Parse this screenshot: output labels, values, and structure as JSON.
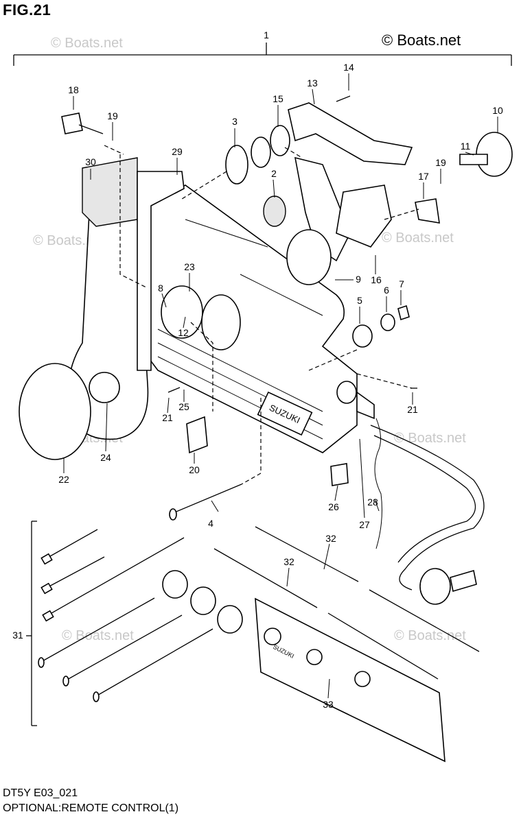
{
  "figure": {
    "title": "FIG.21",
    "copyright": "© Boats.net",
    "watermark": "© Boats.net",
    "footer_code": "DT5Y E03_021",
    "footer_caption": "OPTIONAL:REMOTE CONTROL(1)",
    "brand_mark": "SUZUKI"
  },
  "callouts": [
    "1",
    "2",
    "3",
    "4",
    "5",
    "6",
    "7",
    "8",
    "9",
    "10",
    "11",
    "12",
    "13",
    "14",
    "15",
    "16",
    "17",
    "18",
    "19",
    "19",
    "20",
    "21",
    "21",
    "22",
    "23",
    "24",
    "25",
    "26",
    "27",
    "28",
    "29",
    "30",
    "31",
    "32",
    "32",
    "33"
  ]
}
